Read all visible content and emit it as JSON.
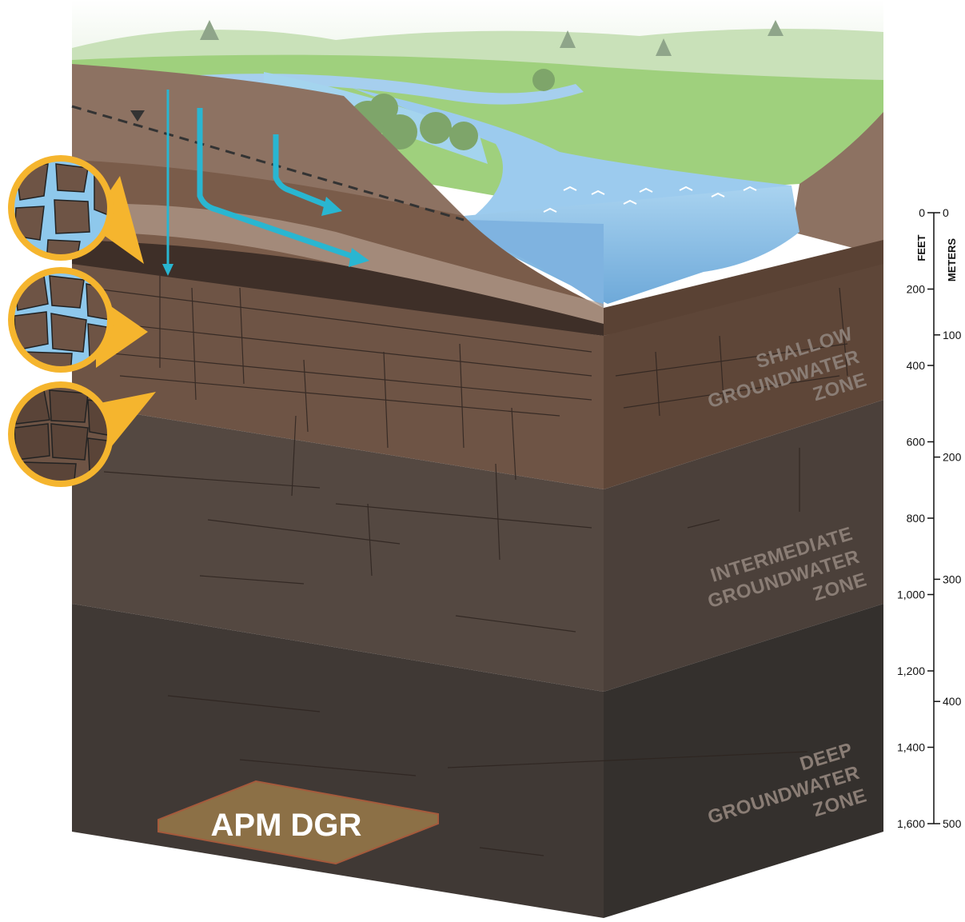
{
  "zones": {
    "shallow": [
      "SHALLOW",
      "GROUNDWATER",
      "ZONE"
    ],
    "intermediate": [
      "INTERMEDIATE",
      "GROUNDWATER",
      "ZONE"
    ],
    "deep": [
      "DEEP",
      "GROUNDWATER",
      "ZONE"
    ]
  },
  "repository_label": "APM DGR",
  "depth_scale": {
    "feet_label": "FEET",
    "meters_label": "METERS",
    "feet_ticks": [
      "0",
      "200",
      "400",
      "600",
      "800",
      "1,000",
      "1,200",
      "1,400",
      "1,600"
    ],
    "meters_ticks": [
      "0",
      "100",
      "200",
      "300",
      "400",
      "500"
    ]
  },
  "colors": {
    "shallow_zone": "#6e5445",
    "intermediate_zone": "#544841",
    "deep_zone": "#3f3935",
    "water": "#8fc2e8",
    "grass": "#8cc56b",
    "flow_arrow": "#29b6d1",
    "porosity_callout": "#f5b52e",
    "repository": "#8c7046"
  }
}
